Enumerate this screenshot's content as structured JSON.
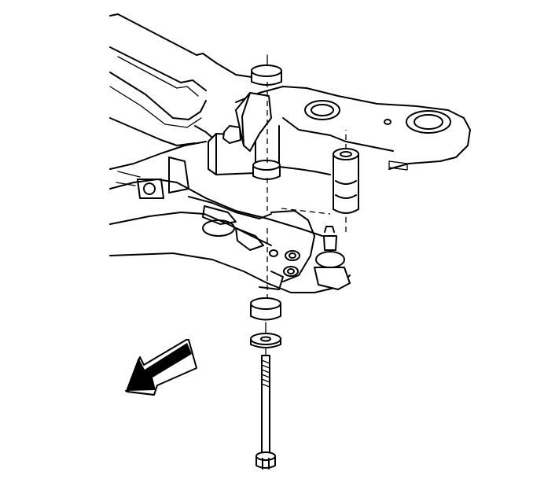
{
  "diagram": {
    "components": [
      {
        "id": "crossmember-frame",
        "icon": "subframe-outline"
      },
      {
        "id": "stabilizer-link-upper-bushings",
        "icon": "bushing-pair"
      },
      {
        "id": "stabilizer-link-spacer",
        "icon": "sleeve-spacer"
      },
      {
        "id": "lower-control-arm",
        "icon": "control-arm"
      },
      {
        "id": "ball-joint",
        "icon": "ball-joint-stud"
      },
      {
        "id": "lower-bushing",
        "icon": "bushing"
      },
      {
        "id": "retainer-washer",
        "icon": "washer"
      },
      {
        "id": "link-bolt",
        "icon": "hex-bolt"
      },
      {
        "id": "vehicle-front-arrow",
        "icon": "direction-arrow"
      }
    ],
    "colors": {
      "line": "#000000",
      "fill": "#ffffff",
      "arrow-shade": "#000000"
    }
  }
}
